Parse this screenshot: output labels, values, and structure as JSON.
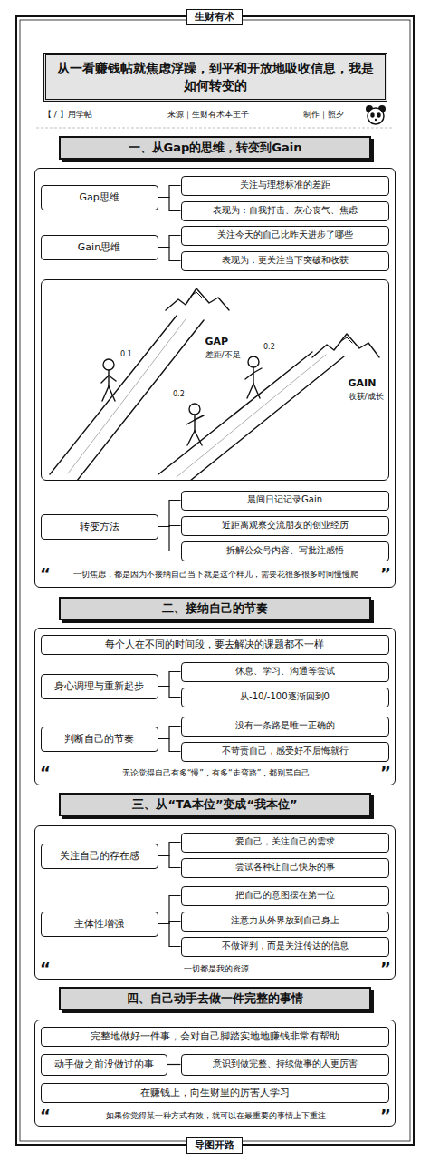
{
  "diagram": {
    "title": "从一看赚钱帖就焦虑浮躁，到平和开放地吸收信息，我是如何转变的",
    "nodes": [
      {
        "text": [
          "一、从Gap的思维，转变到Gain"
        ]
      },
      {
        "text": [
          "一切焦虑，都是因为不接纳自己当下就是这个样儿，需要花很多很多时间慢慢爬"
        ]
      },
      {
        "text": [
          "Gap思维"
        ],
        "in": 1
      },
      {
        "text": [
          "关注与理想标准的差距"
        ],
        "in": 1
      },
      {
        "text": [
          "表现为：自我打击、灰心丧气、焦虑"
        ],
        "in": 1
      },
      {
        "text": [
          "Gain思维"
        ],
        "in": 1
      },
      {
        "text": [
          "关注今天的自己比昨天进步了哪些"
        ],
        "in": 1
      },
      {
        "text": [
          "表现为：更关注当下突破和收获"
        ],
        "in": 1
      },
      {
        "text": [
          "GAP",
          "差距/不足",
          "GAIN",
          "收获/成长"
        ],
        "in": 1
      },
      {
        "text": [
          "转变方法"
        ],
        "in": 1
      },
      {
        "text": [
          "晨间日记记录Gain"
        ],
        "in": 1
      },
      {
        "text": [
          "近距离观察交流朋友的创业经历"
        ],
        "in": 1
      },
      {
        "text": [
          "拆解公众号内容、写批注感悟"
        ],
        "in": 1
      },
      {
        "text": [
          "二、接纳自己的节奏"
        ]
      },
      {
        "text": [
          "无论觉得自己有多“慢”，有多“走弯路”，都别骂自己"
        ]
      },
      {
        "text": [
          "每个人在不同的时间段，要去解决的课题都不一样"
        ],
        "in": 14
      },
      {
        "text": [
          "身心调理与重新起步"
        ],
        "in": 14
      },
      {
        "text": [
          "休息、学习、沟通等尝试"
        ],
        "in": 14
      },
      {
        "text": [
          "从-10/-100逐渐回到0"
        ],
        "in": 14
      },
      {
        "text": [
          "判断自己的节奏"
        ],
        "in": 14
      },
      {
        "text": [
          "没有一条路是唯一正确的"
        ],
        "in": 14
      },
      {
        "text": [
          "不苛责自己，感受好不后悔就行"
        ],
        "in": 14
      },
      {
        "text": [
          "三、从“TA本位”变成“我本位”"
        ]
      },
      {
        "text": [
          "一切都是我的资源"
        ]
      },
      {
        "text": [
          "关注自己的存在感"
        ],
        "in": 23
      },
      {
        "text": [
          "爱自己，关注自己的需求"
        ],
        "in": 23
      },
      {
        "text": [
          "尝试各种让自己快乐的事"
        ],
        "in": 23
      },
      {
        "text": [
          "主体性增强"
        ],
        "in": 23
      },
      {
        "text": [
          "把自己的意图摆在第一位"
        ],
        "in": 23
      },
      {
        "text": [
          "注意力从外界放到自己身上"
        ],
        "in": 23
      },
      {
        "text": [
          "不做评判，而是关注传达的信息"
        ],
        "in": 23
      },
      {
        "text": [
          "四、自己动手去做一件完整的事情"
        ]
      },
      {
        "text": [
          "如果你觉得某一种方式有效，就可以在最重要的事情上下重注"
        ]
      },
      {
        "text": [
          "完整地做好一件事，会对自己脚踏实地地赚钱非常有帮助"
        ],
        "in": 32
      },
      {
        "text": [
          "动手做之前没做过的事"
        ],
        "in": 32
      },
      {
        "text": [
          "意识到做完整、持续做事的人更厉害"
        ],
        "in": 32
      },
      {
        "text": [
          "在赚钱上，向生财里的厉害人学习"
        ],
        "in": 32
      }
    ],
    "edges": [
      {
        "from": 2,
        "to": 3,
        "arrow": "none"
      },
      {
        "from": 2,
        "to": 4,
        "arrow": "none"
      },
      {
        "from": 5,
        "to": 6,
        "arrow": "none"
      },
      {
        "from": 5,
        "to": 7,
        "arrow": "none"
      },
      {
        "from": 9,
        "to": 10,
        "arrow": "none"
      },
      {
        "from": 9,
        "to": 11,
        "arrow": "none"
      },
      {
        "from": 9,
        "to": 12,
        "arrow": "none"
      },
      {
        "from": 16,
        "to": 17,
        "arrow": "none"
      },
      {
        "from": 16,
        "to": 18,
        "arrow": "none"
      },
      {
        "from": 19,
        "to": 20,
        "arrow": "none"
      },
      {
        "from": 19,
        "to": 21,
        "arrow": "none"
      },
      {
        "from": 24,
        "to": 25,
        "arrow": "none"
      },
      {
        "from": 24,
        "to": 26,
        "arrow": "none"
      },
      {
        "from": 27,
        "to": 28,
        "arrow": "none"
      },
      {
        "from": 27,
        "to": 29,
        "arrow": "none"
      },
      {
        "from": 27,
        "to": 30,
        "arrow": "none"
      },
      {
        "from": 34,
        "to": 35,
        "arrow": "none"
      }
    ],
    "labels": [
      "生财有术",
      "【 / 】用学帖",
      "来源｜生财有术本王子",
      "制作｜照夕",
      "0.1",
      "0.2",
      "0.2",
      "“",
      "”",
      "“",
      "”",
      "“",
      "”",
      "“",
      "”",
      "导图开路"
    ]
  }
}
